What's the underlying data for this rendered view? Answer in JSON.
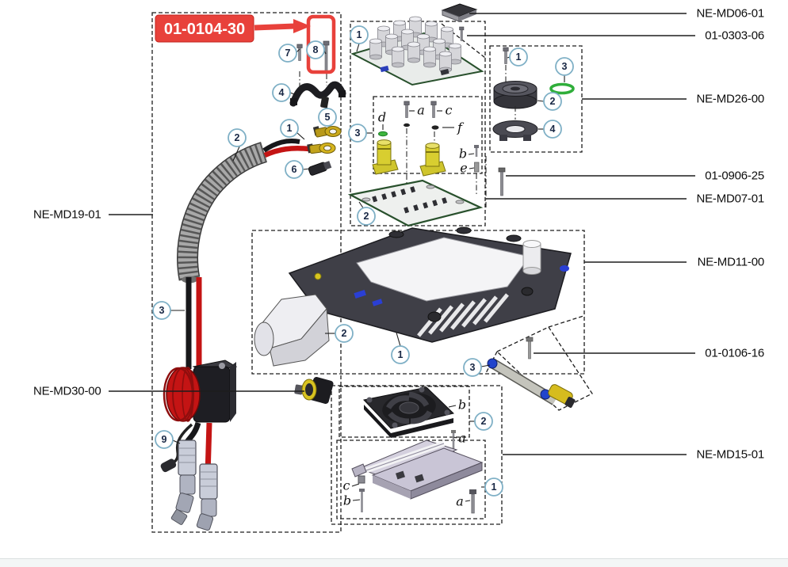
{
  "callout": {
    "text": "01-0104-30"
  },
  "labels": {
    "left": [
      {
        "text": "NE-MD19-01"
      },
      {
        "text": "NE-MD30-00"
      }
    ],
    "right": [
      {
        "text": "NE-MD06-01"
      },
      {
        "text": "01-0303-06"
      },
      {
        "text": "NE-MD26-00"
      },
      {
        "text": "01-0906-25"
      },
      {
        "text": "NE-MD07-01"
      },
      {
        "text": "NE-MD11-00"
      },
      {
        "text": "01-0106-16"
      },
      {
        "text": "NE-MD15-01"
      }
    ]
  },
  "balloons": {
    "cable_1": "1",
    "cable_2": "2",
    "cable_3": "3",
    "cable_4": "4",
    "cable_5": "5",
    "cable_6": "6",
    "cable_7": "7",
    "cable_8": "8",
    "cable_9": "9",
    "pcb_top": "1",
    "pcb_bottom": "2",
    "pcb_inner": "3",
    "coupler_screw": "1",
    "coupler_body": "2",
    "coupler_oring": "3",
    "coupler_flange": "4",
    "chassis_main": "1",
    "chassis_cover": "2",
    "chassis_tube": "3",
    "cooling_heatsink": "1",
    "cooling_fan": "2"
  },
  "letters": {
    "pcb_d": "d",
    "pcb_a": "a",
    "pcb_c": "c",
    "pcb_f": "f",
    "pcb_b": "b",
    "pcb_e": "e",
    "fan_b": "b",
    "fan_a": "a",
    "hs_c": "c",
    "hs_b": "b",
    "hs_a": "a"
  },
  "colors": {
    "highlight_red": "#e8413b",
    "balloon_ring": "#7fb0c6",
    "oring_green": "#2fae3a",
    "cable_red": "#c41414",
    "part_yellow": "#d6bc1e"
  }
}
